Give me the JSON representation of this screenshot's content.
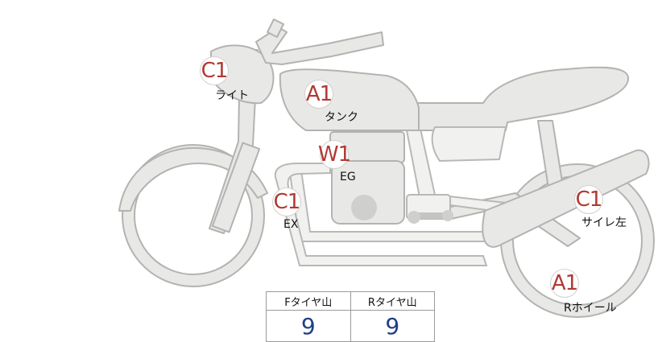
{
  "parts": [
    {
      "id": "light",
      "grade": "C1",
      "label": "ライト"
    },
    {
      "id": "tank",
      "grade": "A1",
      "label": "タンク"
    },
    {
      "id": "engine",
      "grade": "W1",
      "label": "EG"
    },
    {
      "id": "exhaust",
      "grade": "C1",
      "label": "EX"
    },
    {
      "id": "muffler-left",
      "grade": "C1",
      "label": "サイレ左"
    },
    {
      "id": "rear-wheel",
      "grade": "A1",
      "label": "Rホイール"
    }
  ],
  "tire_tread": {
    "front_label": "Fタイヤ山",
    "rear_label": "Rタイヤ山",
    "front_value": "9",
    "rear_value": "9"
  },
  "colors": {
    "grade_text": "#b03a34",
    "tread_value": "#1f3f86",
    "body_fill": "#e8e8e6",
    "outline": "#b3b3b1"
  }
}
